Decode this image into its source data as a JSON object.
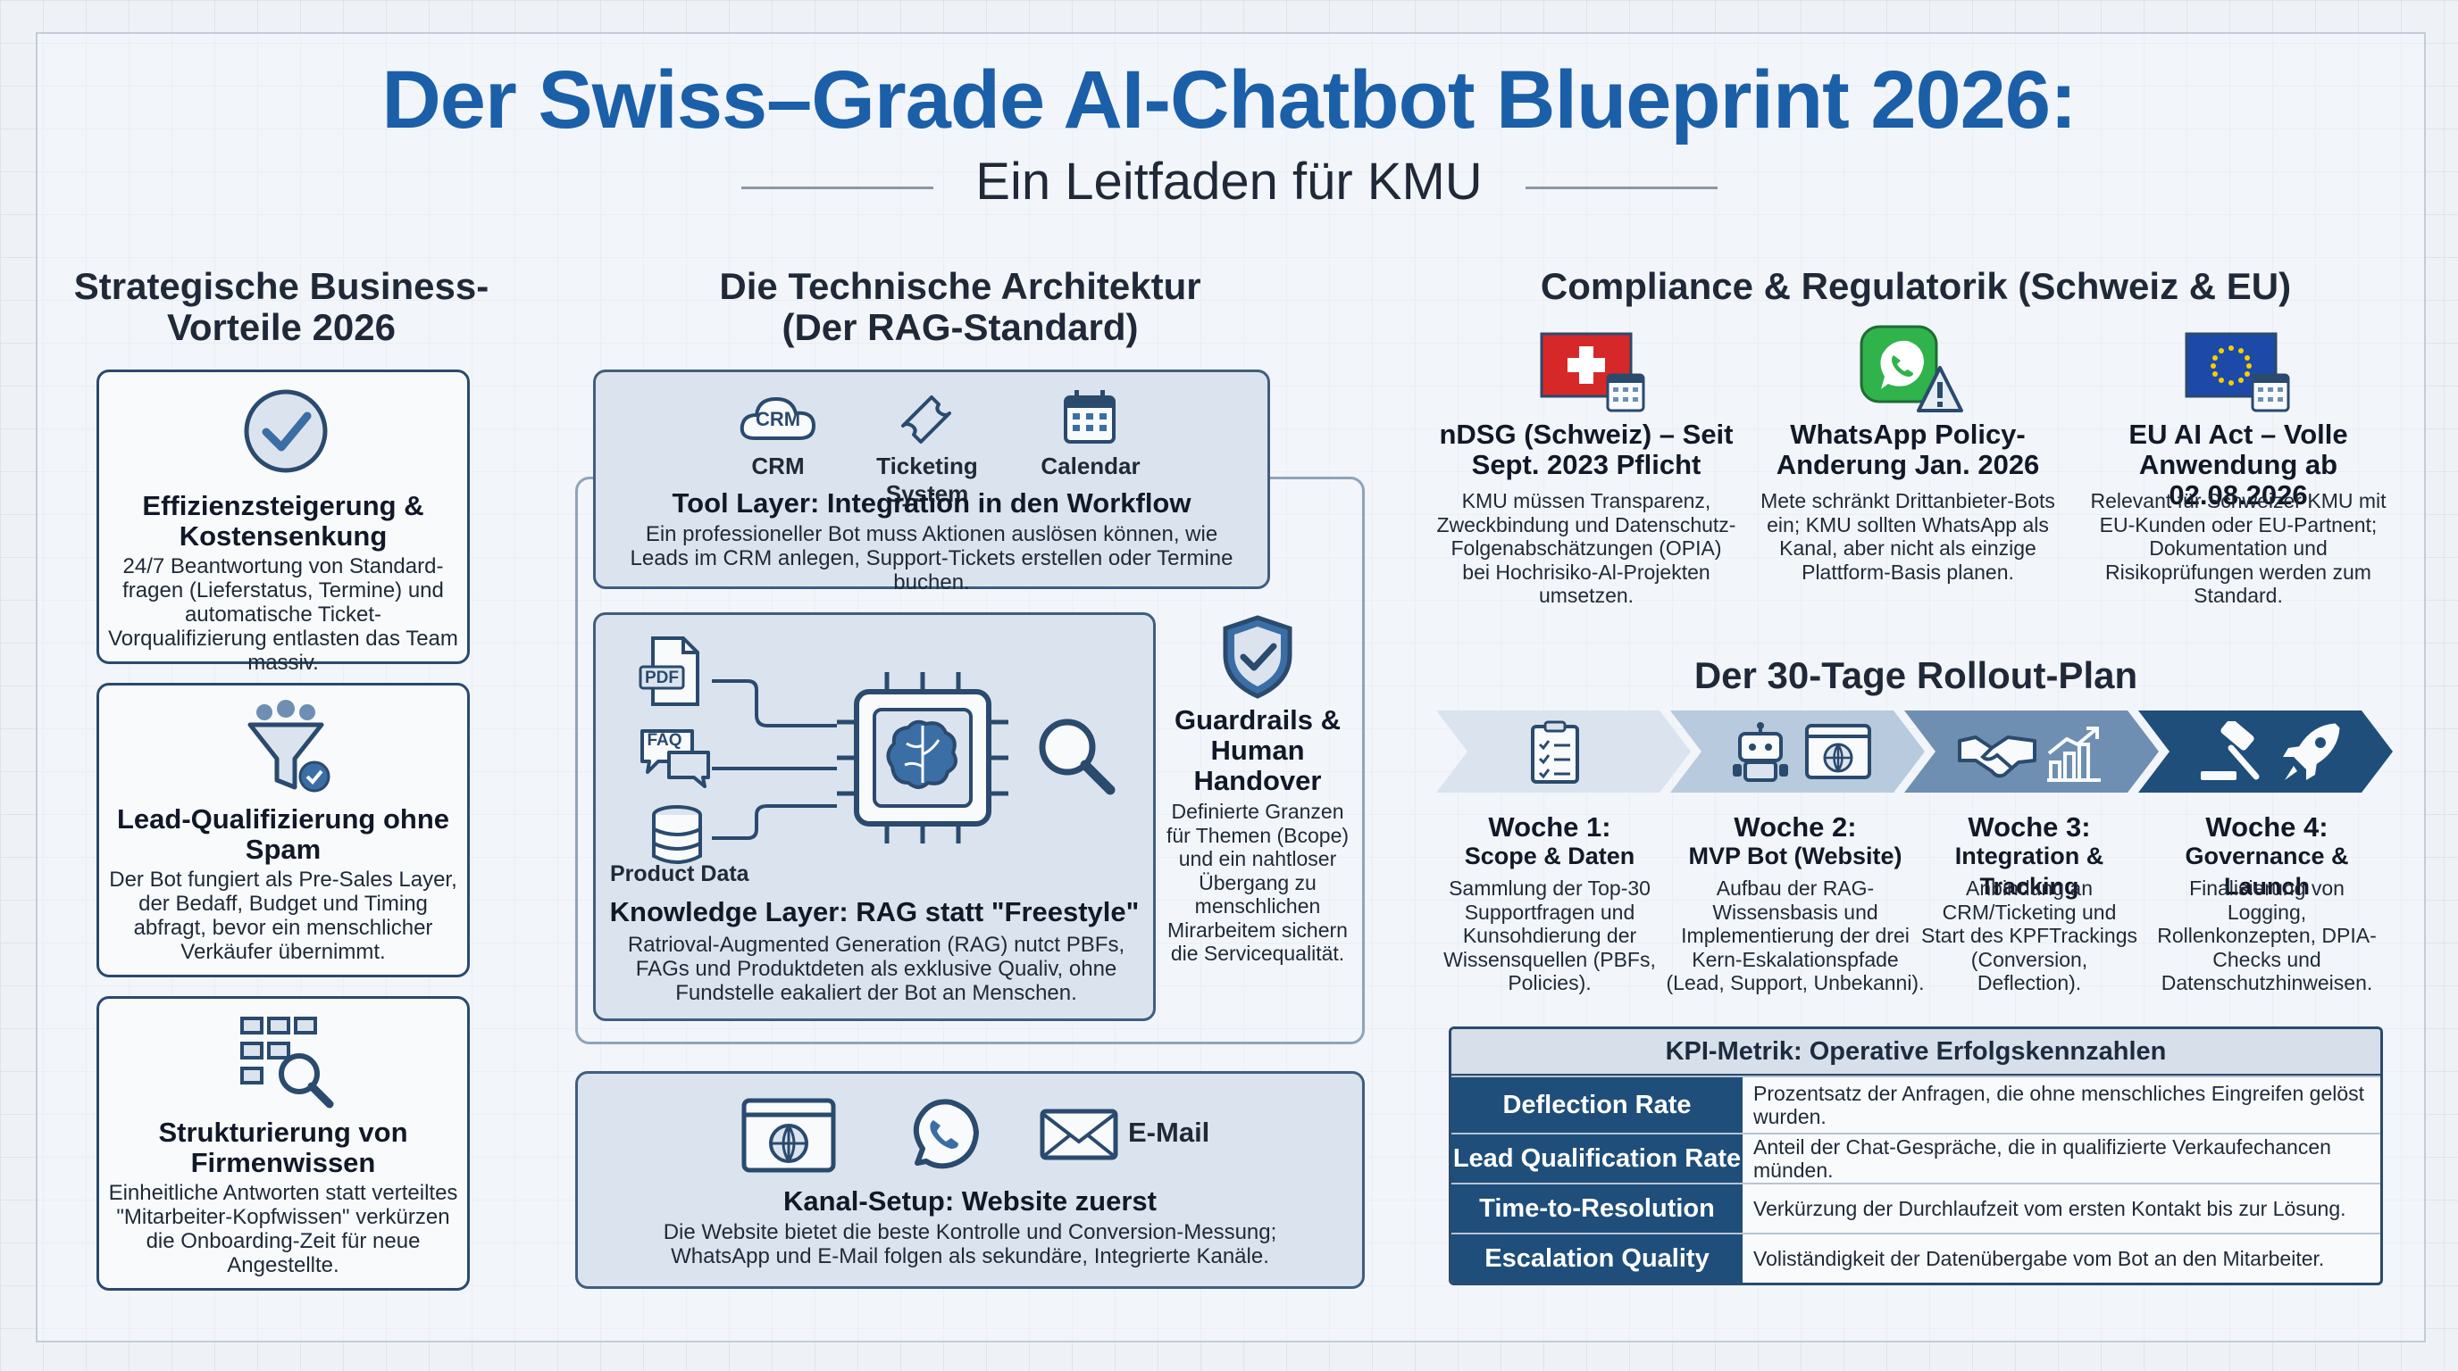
{
  "header": {
    "title": "Der Swiss–Grade AI-Chatbot Blueprint 2026:",
    "subtitle": "Ein Leitfaden für KMU"
  },
  "business": {
    "heading_line1": "Strategische Business-",
    "heading_line2": "Vorteile 2026",
    "cards": [
      {
        "title": "Effizienzsteigerung & Kostensenkung",
        "body": "24/7 Beantwortung von Standard-fragen (Lieferstatus, Termine) und automatische Ticket-Vorqualifizierung entlasten das Team massiv.",
        "icon": "checkmark-circle-icon"
      },
      {
        "title": "Lead-Qualifizierung ohne Spam",
        "body": "Der Bot fungiert als Pre-Sales Layer, der Bedaff, Budget und Timing abfragt, bevor ein menschlicher Verkäufer übernimmt.",
        "icon": "funnel-icon"
      },
      {
        "title": "Strukturierung von Firmenwissen",
        "body": "Einheitliche Antworten statt verteiltes \"Mitarbeiter-Kopfwissen\" verkürzen die Onboarding-Zeit für neue Angestellte.",
        "icon": "knowledge-structure-icon"
      }
    ]
  },
  "architecture": {
    "heading_line1": "Die Technische Architektur",
    "heading_line2": "(Der RAG-Standard)",
    "tool_layer": {
      "crm_badge": "CRM",
      "icon_labels": [
        "CRM",
        "Ticketing System",
        "Calendar"
      ],
      "title": "Tool Layer: Integration in den Workflow",
      "body": "Ein professioneller Bot muss Aktionen auslösen können, wie Leads im CRM anlegen, Support-Tickets erstellen oder Termine buchen."
    },
    "knowledge_layer": {
      "pdf_label": "PDF",
      "faq_label": "FAQ",
      "product_label": "Product Data",
      "title": "Knowledge Layer: RAG statt \"Freestyle\"",
      "body": "Ratrioval-Augmented Generation (RAG) nutct PBFs, FAGs und Produktdeten als exklusive Qualiv, ohne Fundstelle eakaliert der Bot an Menschen."
    },
    "guardrails": {
      "title": "Guardrails & Human Handover",
      "body": "Definierte Granzen für Themen (Bcope) und ein nahtloser Übergang zu menschlichen Mirarbeitem sichern die Servicequalität."
    },
    "channel": {
      "email_label": "E-Mail",
      "title": "Kanal-Setup: Website zuerst",
      "body": "Die Website bietet die beste Kontrolle und Conversion-Messung; WhatsApp und E-Mail folgen als sekundäre, Integrierte Kanäle."
    }
  },
  "compliance": {
    "heading": "Compliance & Regulatorik (Schweiz & EU)",
    "items": [
      {
        "title": "nDSG (Schweiz) – Seit Sept. 2023 Pflicht",
        "body": "KMU müssen Transparenz, Zweckbindung und Datenschutz-Folgenabschätzungen (OPIA) bei Hochrisiko-Al-Projekten umsetzen.",
        "icon": "swiss-flag-icon"
      },
      {
        "title": "WhatsApp Policy-Anderung Jan. 2026",
        "body": "Mete schränkt Drittanbieter-Bots ein; KMU sollten WhatsApp als Kanal, aber nicht als einzige Plattform-Basis planen.",
        "icon": "whatsapp-warning-icon"
      },
      {
        "title": "EU AI Act – Volle Anwendung ab 02.08.2026",
        "body": "Relevant für Schweizer KMU mit EU-Kunden oder EU-Partnent; Dokumentation und Risikoprüfungen werden zum Standard.",
        "icon": "eu-flag-icon"
      }
    ]
  },
  "rollout": {
    "heading": "Der 30-Tage Rollout-Plan",
    "colors": [
      "#dbe4ee",
      "#b8cadd",
      "#6f8fb2",
      "#1f4e7a"
    ],
    "weeks": [
      {
        "week": "Woche 1:",
        "subtitle": "Scope & Daten",
        "body": "Sammlung der Top-30 Supportfragen und Kunsohdierung der Wissensquellen (PBFs, Policies).",
        "icons": [
          "checklist-icon"
        ]
      },
      {
        "week": "Woche 2:",
        "subtitle": "MVP Bot (Website)",
        "body": "Aufbau der RAG-Wissensbasis und Implementierung der drei Kern-Eskalationspfade (Lead, Support, Unbekanni).",
        "icons": [
          "robot-icon",
          "browser-globe-icon"
        ]
      },
      {
        "week": "Woche 3:",
        "subtitle": "Integration & Tracking",
        "body": "Anbindung an CRM/Ticketing und Start des KPFTrackings (Conversion, Deflection).",
        "icons": [
          "handshake-icon",
          "growth-chart-icon"
        ]
      },
      {
        "week": "Woche 4:",
        "subtitle": "Governance & Launch",
        "body": "Finalisierung von Logging, Rollenkonzepten, DPIA-Checks und Datenschutzhinweisen.",
        "icons": [
          "gavel-icon",
          "rocket-icon"
        ]
      }
    ]
  },
  "kpi": {
    "heading": "KPI-Metrik: Operative Erfolgskennzahlen",
    "rows": [
      {
        "name": "Deflection Rate",
        "desc": "Prozentsatz der Anfragen, die ohne menschliches Eingreifen gelöst wurden."
      },
      {
        "name": "Lead Qualification Rate",
        "desc": "Anteil der Chat-Gespräche, die in qualifizierte Verkaufechancen münden."
      },
      {
        "name": "Time-to-Resolution",
        "desc": "Verkürzung der Durchlaufzeit vom ersten Kontakt bis zur Lösung."
      },
      {
        "name": "Escalation Quality",
        "desc": "Voliständigkeit der Datenübergabe vom Bot an den Mitarbeiter."
      }
    ]
  }
}
